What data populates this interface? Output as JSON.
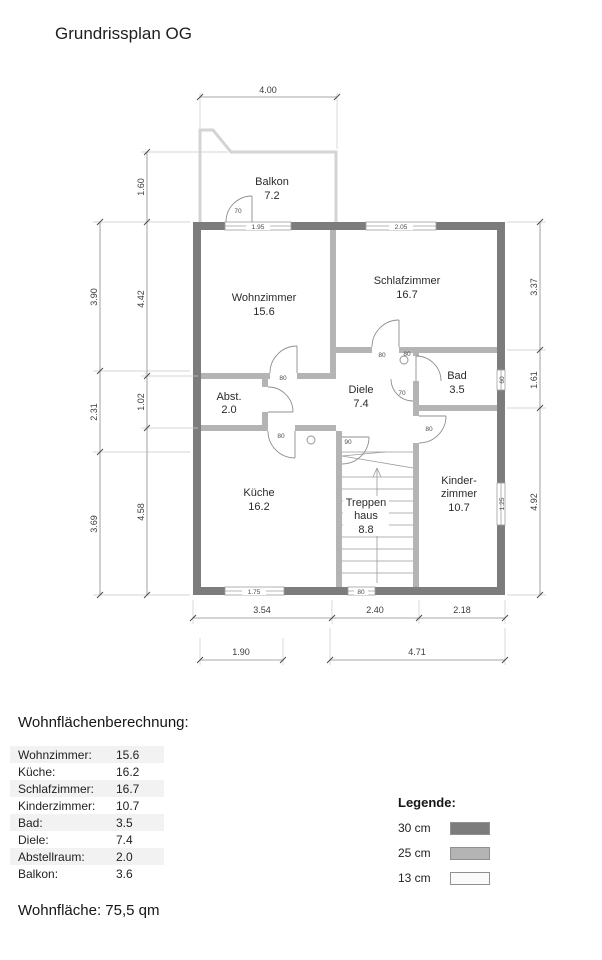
{
  "page": {
    "title": "Grundrissplan OG"
  },
  "plan": {
    "rooms": {
      "balkon": {
        "name": "Balkon",
        "area": "7.2"
      },
      "wohnzimmer": {
        "name": "Wohnzimmer",
        "area": "15.6"
      },
      "schlafzimmer": {
        "name": "Schlafzimmer",
        "area": "16.7"
      },
      "bad": {
        "name": "Bad",
        "area": "3.5"
      },
      "abstellraum": {
        "name": "Abst.",
        "area": "2.0"
      },
      "diele": {
        "name": "Diele",
        "area": "7.4"
      },
      "kueche": {
        "name": "Küche",
        "area": "16.2"
      },
      "treppenhaus": {
        "name_line1": "Treppen",
        "name_line2": "haus",
        "area": "8.8"
      },
      "kinderzimmer": {
        "name_line1": "Kinder-",
        "name_line2": "zimmer",
        "area": "10.7"
      }
    },
    "dimensions": {
      "top_width": "4.00",
      "balkon_depth": "1.60",
      "left_outer": [
        "3.90",
        "2.31",
        "3.69"
      ],
      "left_inner": [
        "4.42",
        "1.02",
        "4.58"
      ],
      "right": [
        "3.37",
        "1.61",
        "4.92"
      ],
      "bottom_upper": [
        "3.54",
        "2.40",
        "2.18"
      ],
      "bottom_lower": [
        "1.90",
        "4.71"
      ],
      "openings": {
        "balkon_door": "70",
        "window_top_left": "1.95",
        "window_top_right": "2.05",
        "wohnzimmer_door": "80",
        "schlafzimmer_door": "80",
        "bad_door": "80",
        "diele_door": "70",
        "kueche_door": "80",
        "treppenhaus_door": "90",
        "kinderzimmer_door": "80",
        "window_bottom": "1.75",
        "opening_bottom": "80",
        "window_bad": "60",
        "window_kinderzimmer": "1.25"
      }
    }
  },
  "calculation": {
    "heading": "Wohnflächenberechnung:",
    "rows": [
      {
        "label": "Wohnzimmer:",
        "value": "15.6"
      },
      {
        "label": "Küche:",
        "value": "16.2"
      },
      {
        "label": "Schlafzimmer:",
        "value": "16.7"
      },
      {
        "label": "Kinderzimmer:",
        "value": "10.7"
      },
      {
        "label": "Bad:",
        "value": "3.5"
      },
      {
        "label": "Diele:",
        "value": "7.4"
      },
      {
        "label": "Abstellraum:",
        "value": "2.0"
      },
      {
        "label": "Balkon:",
        "value": "3.6"
      }
    ],
    "total": "Wohnfläche: 75,5 qm"
  },
  "legend": {
    "heading": "Legende:",
    "items": [
      {
        "label": "30 cm"
      },
      {
        "label": "25 cm"
      },
      {
        "label": "13 cm"
      }
    ]
  },
  "colors": {
    "wall30": "#7c7c7c",
    "wall25": "#b4b4b4",
    "wall13": "#d4d4d4"
  }
}
